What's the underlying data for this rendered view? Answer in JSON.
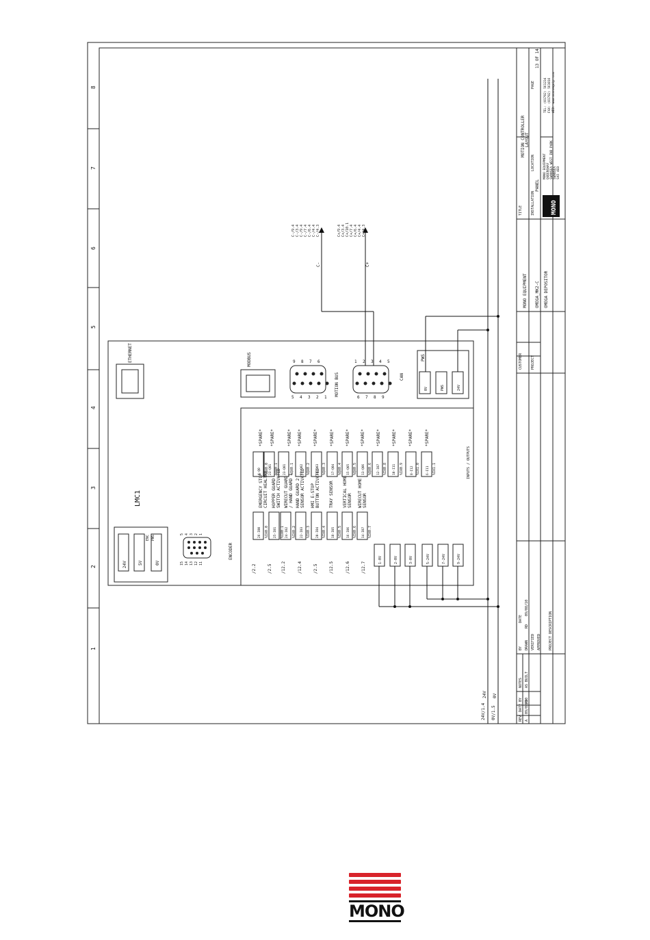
{
  "title_block": {
    "title_label": "TITLE",
    "title_line1": "MOTION CONTROLLER",
    "title_line2": "LAYOUT",
    "customer_label": "CUSTOMER",
    "customer": "MONO EQUIPMENT",
    "project_label": "PROJECT",
    "project": "OMEGA_MK2-C",
    "project_desc_label": "PROJECT DESCRIPTION",
    "project_desc": "OMEGA DEPOSITOR",
    "installation_label": "INSTALLATION",
    "installation": "PANEL",
    "location_label": "LOCATION",
    "page_label": "PAGE",
    "page": "13 OF 14",
    "drawn_label": "DRAWN",
    "checked_label": "VERIFIED",
    "approved_label": "APPROVED",
    "by_label": "BY",
    "date_label": "DATE",
    "drawn_by": "RD",
    "drawn_date": "09/08/10",
    "address": [
      "MONO EQUIPMENT",
      "QUEENSWAY",
      "SWANSEA WEST IND PARK",
      "SWANSEA",
      "SA5 4EB"
    ],
    "tel": "TEL: (01792) 561234",
    "fax": "FAX: (01792) 561016",
    "web": "WEB: www.monoequip.com",
    "logo": "MONO"
  },
  "revisions": {
    "headers": [
      "REV",
      "DATE",
      "BY",
      "NOTES"
    ],
    "rows": [
      [
        "A",
        "09/08/10",
        "RD",
        "AS BUILT"
      ]
    ]
  },
  "grid_numbers": [
    "1",
    "2",
    "3",
    "4",
    "5",
    "6",
    "7",
    "8"
  ],
  "supply": {
    "rail_24v": "24V",
    "rail_0v": "0V",
    "ref_24v": "24V/1.4",
    "ref_0v": "0V/1.5"
  },
  "lmc": {
    "label": "LMC1",
    "power": [
      "24V",
      "5V",
      "0V"
    ],
    "power_caption": [
      "ENC",
      "PWS"
    ],
    "encoder_label": "ENCODER",
    "encoder_pins_left": [
      "15",
      "14",
      "13",
      "12",
      "11"
    ],
    "encoder_pins_right": [
      "5",
      "4",
      "3",
      "2",
      "1"
    ],
    "ethernet_label": "ETHERNET",
    "modbus_label": "MODBUS",
    "motion_bus_label": "MOTION BUS",
    "motion_bus_pins_top": [
      "5",
      "4",
      "3",
      "2",
      "1"
    ],
    "motion_bus_pins_bottom": [
      "9",
      "8",
      "7",
      "6"
    ],
    "can_label": "CAN",
    "can_pins_top": [
      "1",
      "2",
      "3",
      "4",
      "5"
    ],
    "can_pins_bottom": [
      "6",
      "7",
      "8",
      "9"
    ],
    "pws_label": "PWS",
    "pws_terms": [
      "0V",
      "PWS",
      "24V"
    ],
    "io_label": "INPUTS / OUTPUTS"
  },
  "inputs": [
    {
      "ref": "/2.2",
      "term": "26-I00",
      "addr": "%IX0.0",
      "desc": [
        "EMERGENCY STOP",
        "CIRCUIT HEALTHY"
      ]
    },
    {
      "ref": "/2.5",
      "term": "25-I01",
      "addr": "%IX0.1",
      "desc": [
        "HOPPER GUARD",
        "SWITCH ACTIVATED"
      ]
    },
    {
      "ref": "/12.2",
      "term": "24-I02",
      "addr": "%IX0.2",
      "desc": [
        "WIRECUT GUARD",
        "/ HAND GUARD 1"
      ]
    },
    {
      "ref": "/12.4",
      "term": "22-I03",
      "addr": "%IX0.3",
      "desc": [
        "HAND GUARD 2",
        "SENSOR ACTIVATED"
      ]
    },
    {
      "ref": "/2.5",
      "term": "20-I04",
      "addr": "%IX0.4",
      "desc": [
        "HMI E-STOP",
        "BUTTON ACTIVATED"
      ]
    },
    {
      "ref": "/12.5",
      "term": "18-I05",
      "addr": "%IX0.5",
      "desc": [
        "TRAY SENSOR",
        ""
      ]
    },
    {
      "ref": "/12.6",
      "term": "16-I06",
      "addr": "%IX0.6",
      "desc": [
        "VERTICAL HOME",
        "SENSOR"
      ]
    },
    {
      "ref": "/12.7",
      "term": "14-I07",
      "addr": "%IX0.7",
      "desc": [
        "WIRECUT HOME",
        "SENSOR"
      ]
    }
  ],
  "outputs": [
    {
      "term": "4-Q0",
      "addr": "%QX0.0",
      "desc": "*SPARE*"
    },
    {
      "term": "23-Q01",
      "addr": "%QX0.1",
      "desc": "*SPARE*"
    },
    {
      "term": "23-Q01",
      "addr": "%QX0.1",
      "desc": "*SPARE*"
    },
    {
      "term": "21-Q02",
      "addr": "%QX0.2",
      "desc": "*SPARE*"
    },
    {
      "term": "19-Q03",
      "addr": "%QX0.3",
      "desc": "*SPARE*"
    },
    {
      "term": "17-Q04",
      "addr": "%QX0.4",
      "desc": "*SPARE*"
    },
    {
      "term": "15-Q05",
      "addr": "%QX0.5",
      "desc": "*SPARE*"
    },
    {
      "term": "13-Q06",
      "addr": "%QX0.6",
      "desc": "*SPARE*"
    },
    {
      "term": "12-I07",
      "addr": "%IX0.8",
      "desc": "*SPARE*"
    },
    {
      "term": "10-I11",
      "addr": "%IX0.9",
      "desc": "*SPARE*"
    },
    {
      "term": "8-I12",
      "addr": "%IX1.0",
      "desc": "*SPARE*"
    },
    {
      "term": "6-I11",
      "addr": "%IX1.1",
      "desc": "*SPARE*"
    }
  ],
  "supply_terms": [
    "1-0V",
    "2-0V",
    "3-0V",
    "5-24V",
    "7-24V",
    "9-24V"
  ],
  "can_refs": {
    "c_minus_label": "C-",
    "c_minus": [
      "C-/9.4",
      "C-/3.4",
      "C-/9.4",
      "C-/7.4",
      "C-/6.4",
      "C-/4.4",
      "C-/4.3"
    ],
    "c_plus_label": "C+",
    "c_plus": [
      "C+/9.4",
      "C+/3.4",
      "C+/10.1",
      "C+/7.4",
      "C+/6.4",
      "C+/4.4",
      "C+/4.3"
    ]
  }
}
